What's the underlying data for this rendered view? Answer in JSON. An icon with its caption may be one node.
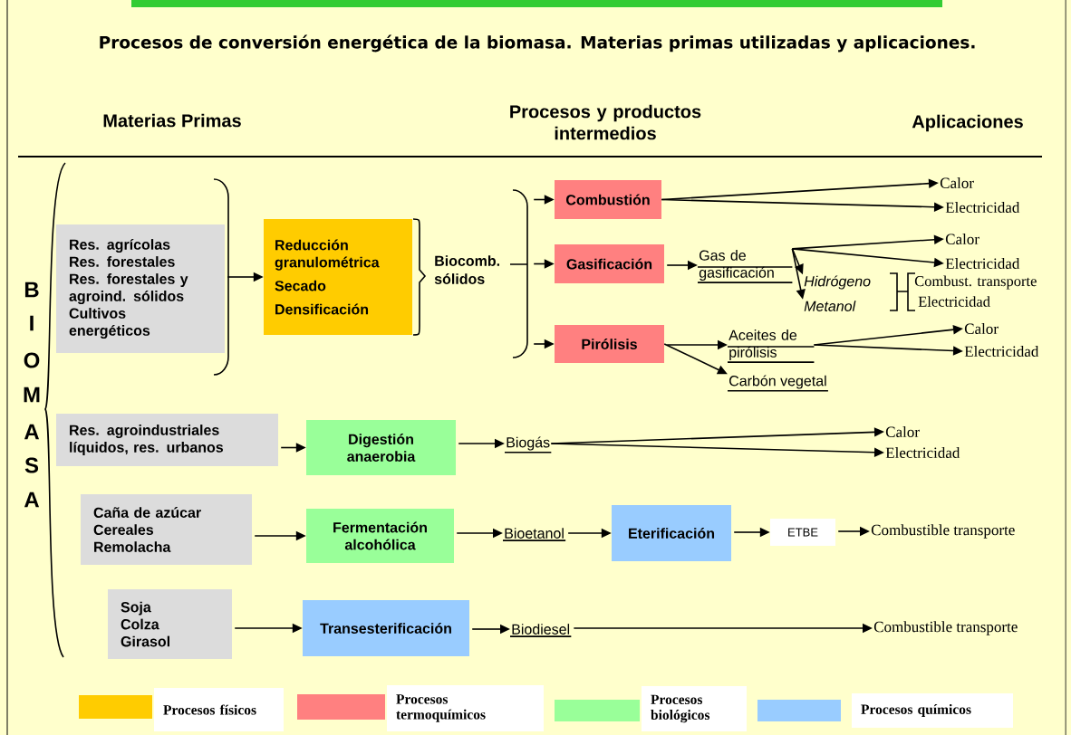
{
  "diagram": {
    "title": "Procesos de conversión energética de la biomasa. Materias primas utilizadas y aplicaciones.",
    "nodes": [
      {
        "text": [
          "Res. agrícolas",
          "Res. forestales",
          "Res. forestales y agroind. sólidos",
          "Cultivos energéticos"
        ]
      },
      {
        "text": [
          "Reducción granulométrica",
          "Secado",
          "Densificación"
        ]
      },
      {
        "text": [
          "Combustión"
        ]
      },
      {
        "text": [
          "Gasificación"
        ]
      },
      {
        "text": [
          "Pirólisis"
        ]
      },
      {
        "text": [
          "Calor"
        ]
      },
      {
        "text": [
          "Electricidad"
        ]
      },
      {
        "text": [
          "Gas de gasificación"
        ]
      },
      {
        "text": [
          "Calor"
        ]
      },
      {
        "text": [
          "Electricidad"
        ]
      },
      {
        "text": [
          "Hidrógeno"
        ]
      },
      {
        "text": [
          "Metanol"
        ]
      },
      {
        "text": [
          "Aceites de pirólisis"
        ]
      },
      {
        "text": [
          "Carbón vegetal"
        ]
      },
      {
        "text": [
          "Calor"
        ]
      },
      {
        "text": [
          "Electricidad"
        ]
      },
      {
        "text": [
          "Res. agroindustriales líquidos, res. urbanos"
        ]
      },
      {
        "text": [
          "Digestión anaerobia"
        ]
      },
      {
        "text": [
          "Biogás"
        ]
      },
      {
        "text": [
          "Calor"
        ]
      },
      {
        "text": [
          "Electricidad"
        ]
      },
      {
        "text": [
          "Caña de azúcar",
          "Cereales",
          "Remolacha"
        ]
      },
      {
        "text": [
          "Fermentación alcohólica"
        ]
      },
      {
        "text": [
          "Bioetanol"
        ]
      },
      {
        "text": [
          "Eterificación"
        ]
      },
      {
        "text": [
          "ETBE"
        ]
      },
      {
        "text": [
          "Combustible transporte"
        ]
      },
      {
        "text": [
          "Soja",
          "Colza",
          "Girasol"
        ]
      },
      {
        "text": [
          "Transesterificación"
        ]
      },
      {
        "text": [
          "Biodiesel"
        ]
      },
      {
        "text": [
          "Combustible transporte"
        ]
      },
      {
        "text": [],
        "shape": "brace"
      }
    ],
    "edges": [
      {
        "from": 0,
        "to": 1,
        "arrow": "to"
      },
      {
        "from": 31,
        "to": 2,
        "arrow": "to"
      },
      {
        "from": 31,
        "to": 3,
        "arrow": "to"
      },
      {
        "from": 31,
        "to": 4,
        "arrow": "to"
      },
      {
        "from": 2,
        "to": 5,
        "arrow": "to"
      },
      {
        "from": 2,
        "to": 6,
        "arrow": "to"
      },
      {
        "from": 3,
        "to": 7,
        "arrow": "to"
      },
      {
        "from": 7,
        "to": 8,
        "arrow": "to"
      },
      {
        "from": 7,
        "to": 9,
        "arrow": "to"
      },
      {
        "from": 7,
        "to": 10,
        "arrow": "to"
      },
      {
        "from": 7,
        "to": 11,
        "arrow": "to"
      },
      {
        "from": 4,
        "to": 12,
        "arrow": "to"
      },
      {
        "from": 4,
        "to": 13,
        "arrow": "to"
      },
      {
        "from": 12,
        "to": 14,
        "arrow": "to"
      },
      {
        "from": 12,
        "to": 15,
        "arrow": "to"
      },
      {
        "from": 16,
        "to": 17,
        "arrow": "to"
      },
      {
        "from": 17,
        "to": 18,
        "arrow": "to"
      },
      {
        "from": 18,
        "to": 19,
        "arrow": "to"
      },
      {
        "from": 18,
        "to": 20,
        "arrow": "to"
      },
      {
        "from": 21,
        "to": 22,
        "arrow": "to"
      },
      {
        "from": 22,
        "to": 23,
        "arrow": "to"
      },
      {
        "from": 23,
        "to": 24,
        "arrow": "to"
      },
      {
        "from": 24,
        "to": 25,
        "arrow": "to"
      },
      {
        "from": 25,
        "to": 26,
        "arrow": "to"
      },
      {
        "from": 27,
        "to": 28,
        "arrow": "to"
      },
      {
        "from": 28,
        "to": 29,
        "arrow": "to"
      },
      {
        "from": 29,
        "to": 30,
        "arrow": "to"
      }
    ],
    "labels": [
      "Materias Primas",
      "Procesos y productos intermedios",
      "Aplicaciones",
      "B",
      "I",
      "O",
      "M",
      "A",
      "S",
      "A",
      "Biocomb. sólidos",
      "Combust. transporte",
      "Electricidad"
    ],
    "legend": [
      {
        "text": "Procesos físicos",
        "color": "#ffcc00"
      },
      {
        "text": "Procesos termoquímicos",
        "color": "#ff8080"
      },
      {
        "text": "Procesos biológicos",
        "color": "#99ff99"
      },
      {
        "text": "Procesos químicos",
        "color": "#99ccff"
      }
    ]
  }
}
